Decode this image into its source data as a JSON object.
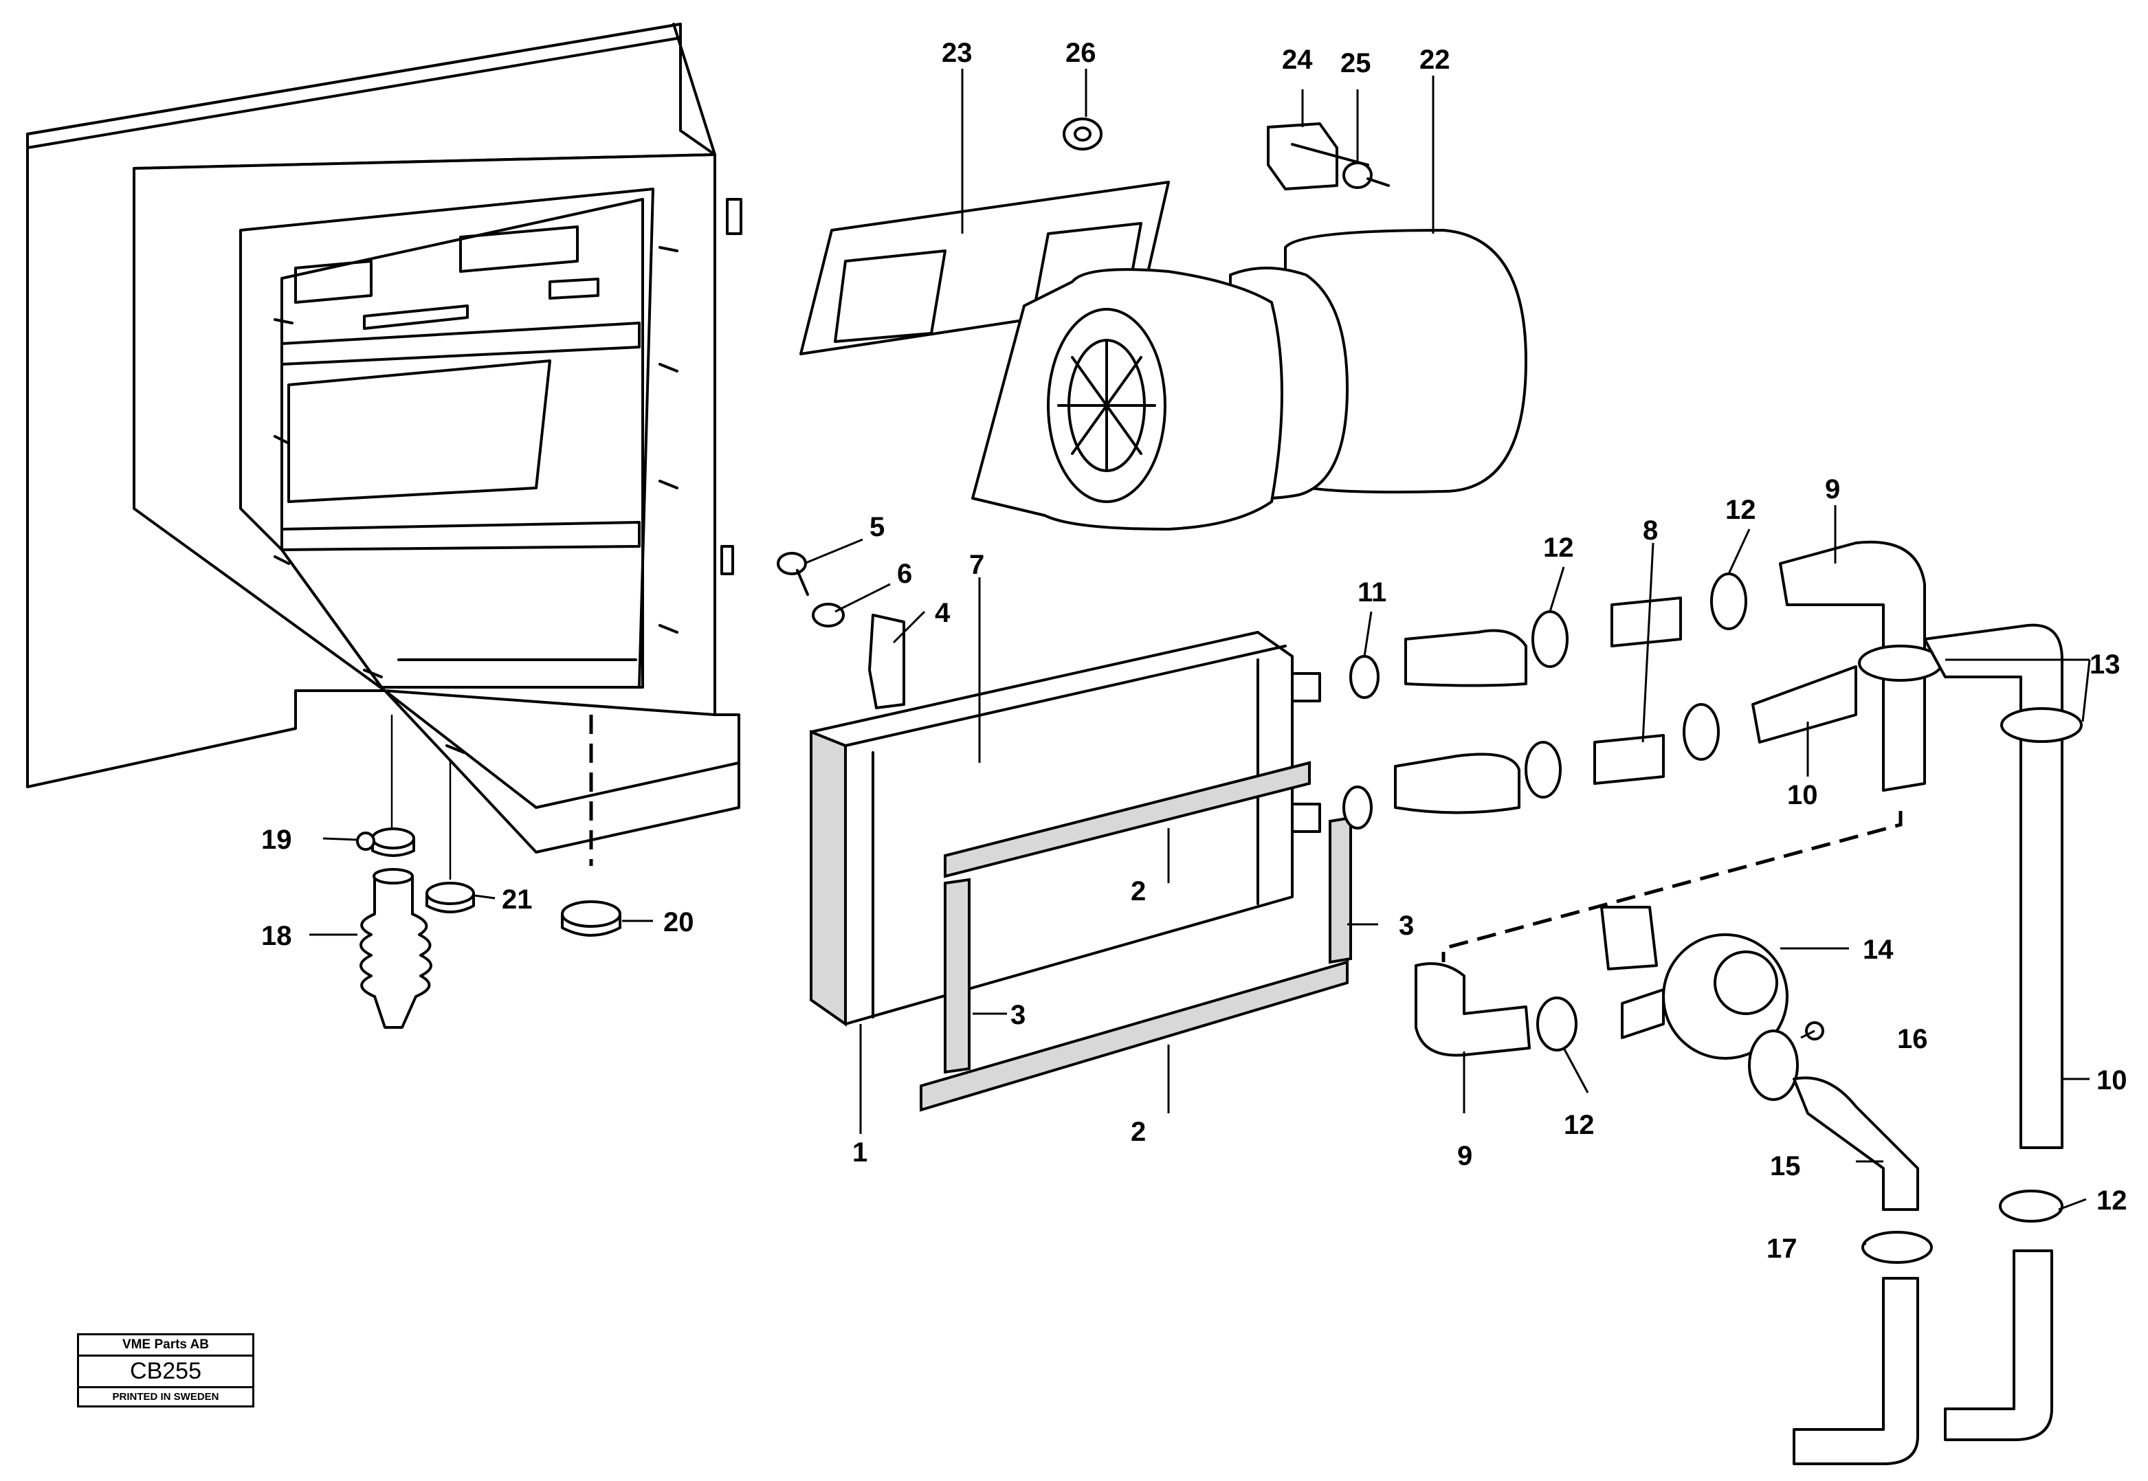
{
  "callouts": {
    "c1": "1",
    "c2a": "2",
    "c2b": "2",
    "c3a": "3",
    "c3b": "3",
    "c4": "4",
    "c5": "5",
    "c6": "6",
    "c7": "7",
    "c8": "8",
    "c9a": "9",
    "c9b": "9",
    "c10a": "10",
    "c10b": "10",
    "c11": "11",
    "c12a": "12",
    "c12b": "12",
    "c12c": "12",
    "c12d": "12",
    "c13": "13",
    "c14": "14",
    "c15": "15",
    "c16": "16",
    "c17": "17",
    "c18": "18",
    "c19": "19",
    "c20": "20",
    "c21": "21",
    "c22": "22",
    "c23": "23",
    "c24": "24",
    "c25": "25",
    "c26": "26"
  },
  "stamp": {
    "company": "VME Parts AB",
    "code": "CB255",
    "printed": "PRINTED IN SWEDEN"
  }
}
